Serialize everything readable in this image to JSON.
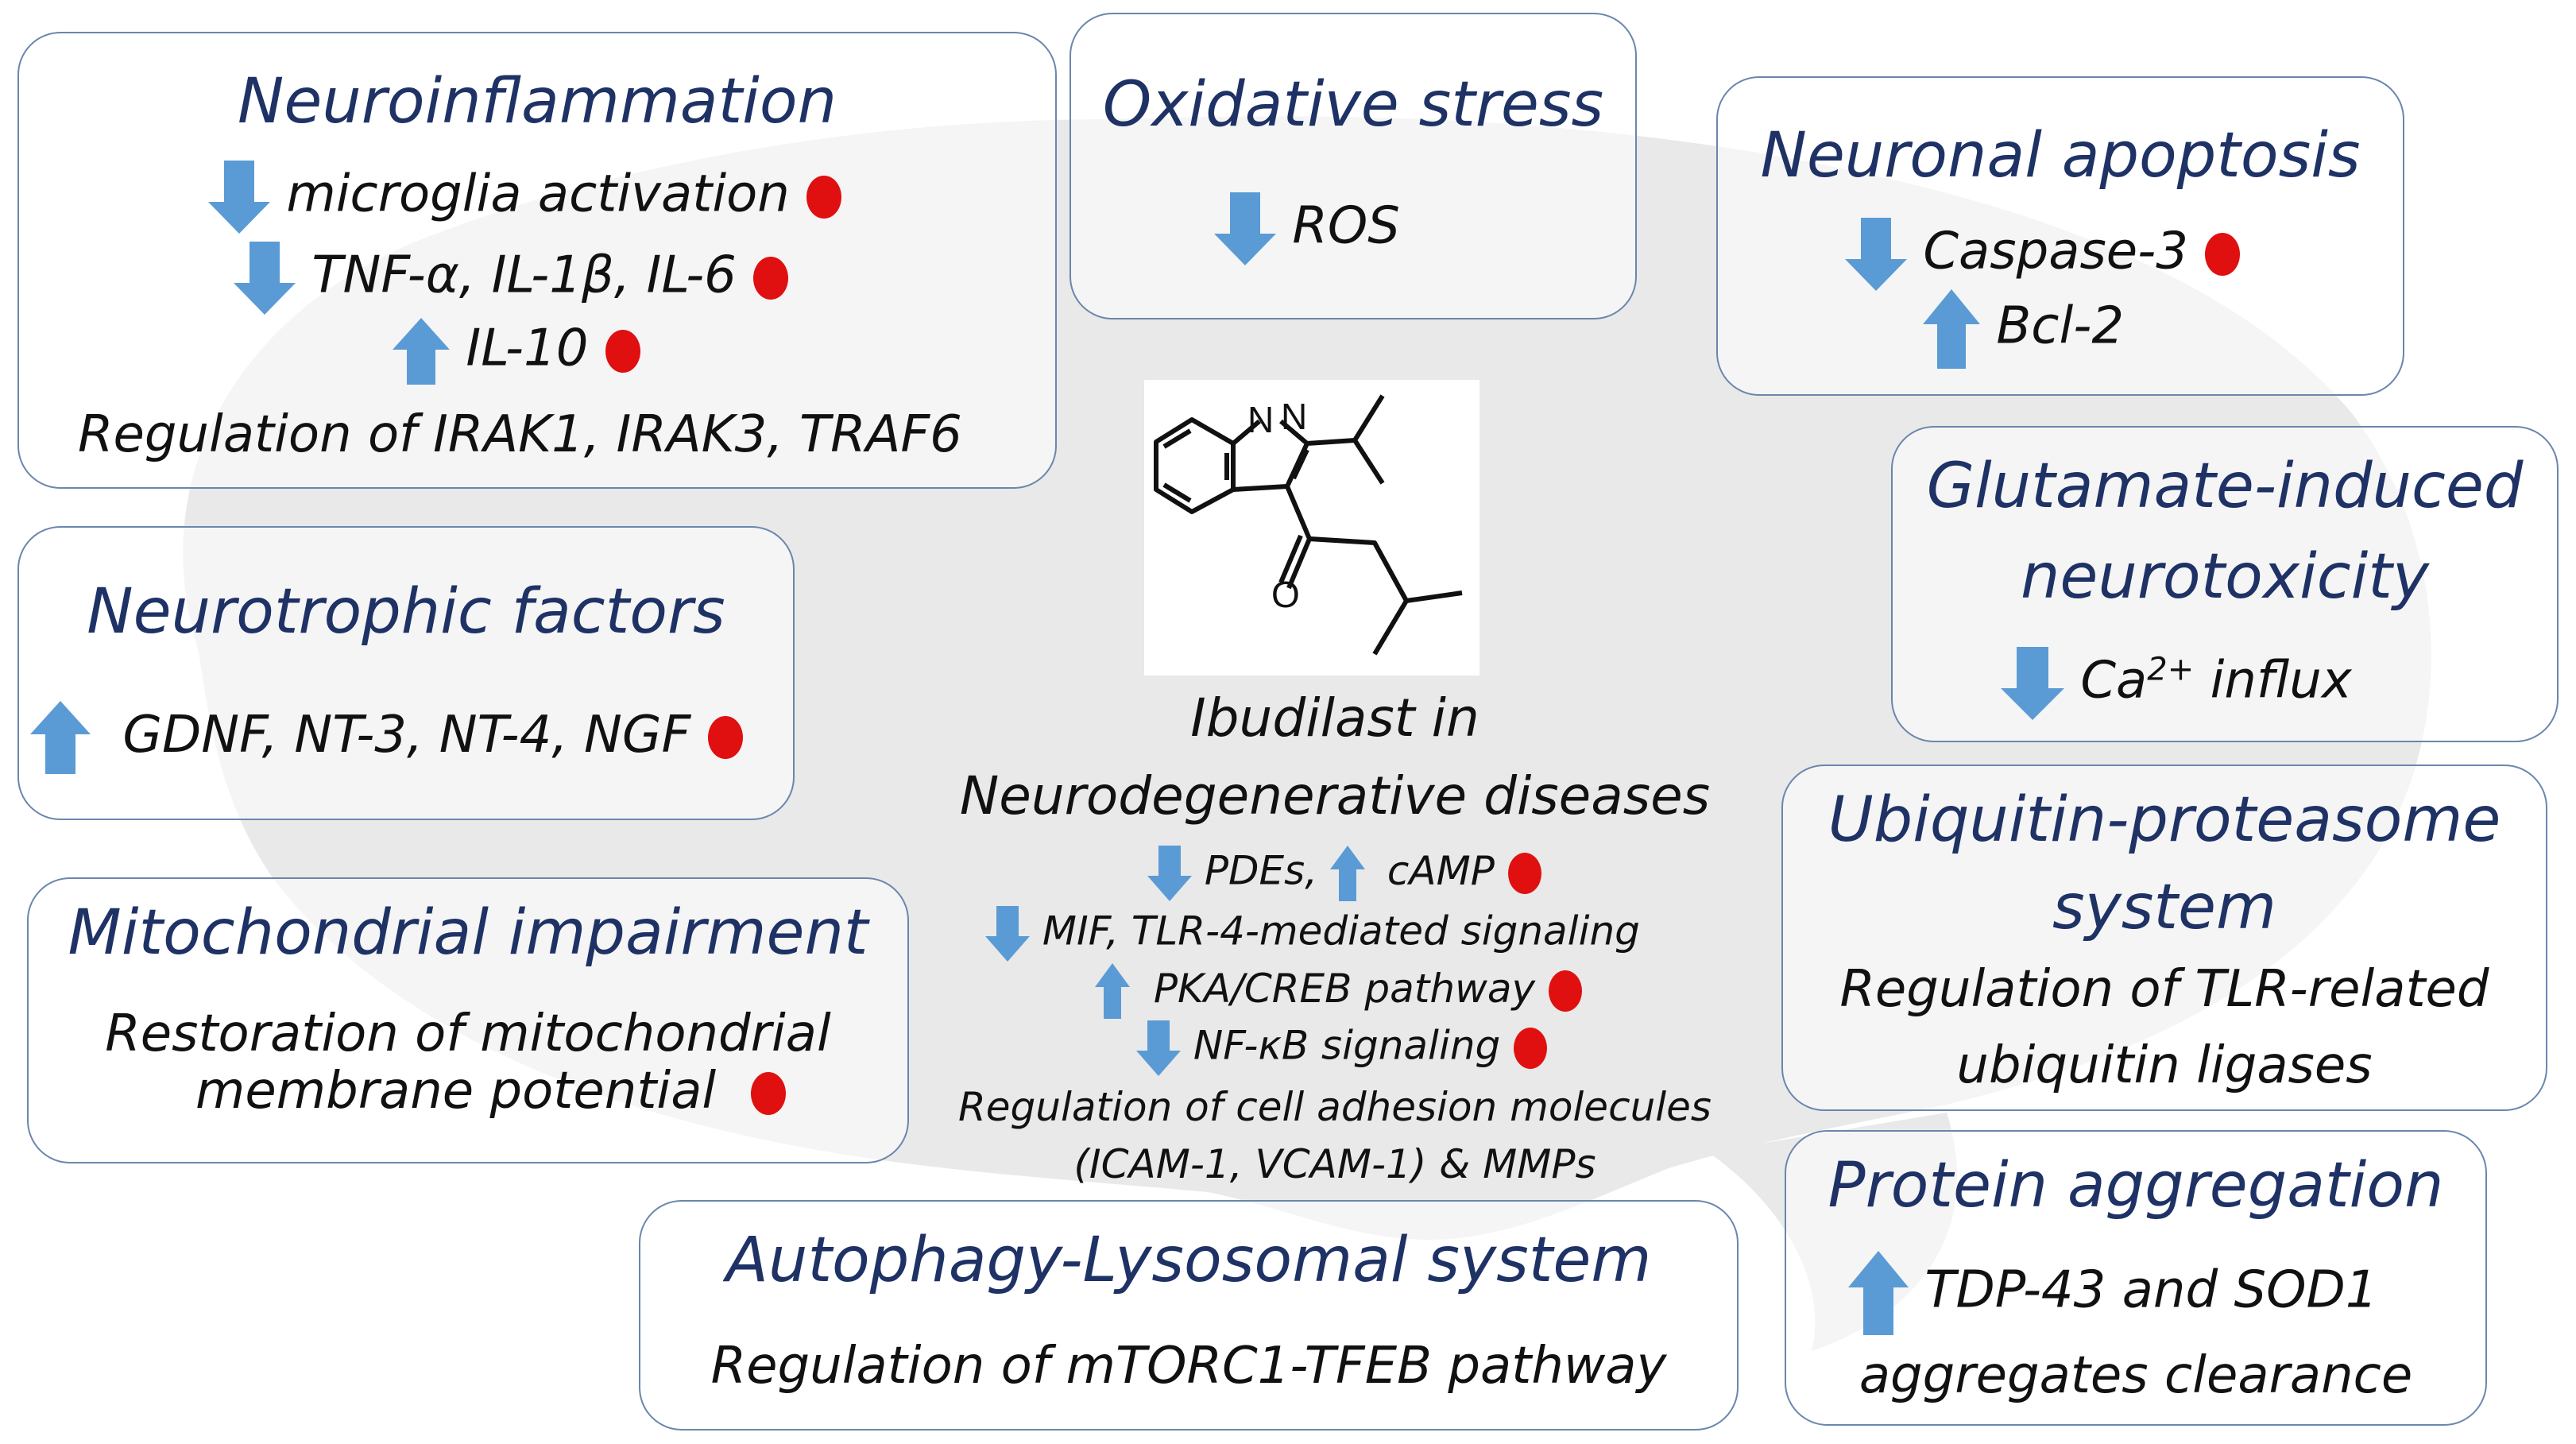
{
  "center": {
    "title_l1": "Ibudilast in",
    "title_l2": "Neurodegenerative diseases",
    "l1a": "PDEs,",
    "l1b": "cAMP",
    "l2": "MIF, TLR-4-mediated signaling",
    "l3": "PKA/CREB pathway",
    "l4": "NF-κB signaling",
    "l5": "Regulation of cell adhesion molecules",
    "l6": "(ICAM-1, VCAM-1) & MMPs"
  },
  "neuroinflammation": {
    "title": "Neuroinflammation",
    "l1": "microglia activation",
    "l2": "TNF-α, IL-1β, IL-6",
    "l3": "IL-10",
    "l4": "Regulation of IRAK1,  IRAK3, TRAF6"
  },
  "oxidative": {
    "title": "Oxidative stress",
    "l1": "ROS"
  },
  "apoptosis": {
    "title": "Neuronal apoptosis",
    "l1": "Caspase-3",
    "l2": "Bcl-2"
  },
  "glutamate": {
    "title_l1": "Glutamate-induced",
    "title_l2": "neurotoxicity",
    "l1a": "Ca",
    "l1sup": "2+",
    "l1b": " influx"
  },
  "neurotrophic": {
    "title": "Neurotrophic factors",
    "l1": "GDNF, NT-3, NT-4, NGF"
  },
  "ubiquitin": {
    "title_l1": "Ubiquitin-proteasome",
    "title_l2": "system",
    "l1": "Regulation of TLR-related",
    "l2": "ubiquitin ligases"
  },
  "mitochondrial": {
    "title": "Mitochondrial impairment",
    "l1": "Restoration of mitochondrial",
    "l2": "membrane potential"
  },
  "protein": {
    "title": "Protein aggregation",
    "l1": "TDP-43 and SOD1",
    "l2": "aggregates clearance"
  },
  "autophagy": {
    "title": "Autophagy-Lysosomal system",
    "l1": "Regulation of mTORC1-TFEB pathway"
  },
  "molecule": {
    "N1": "N",
    "N2": "N",
    "O": "O"
  },
  "colors": {
    "title": "#1f3265",
    "border": "#6b86ad",
    "arrow": "#5b9bd5",
    "dot": "#e01010",
    "brain": "#e9e9e9"
  }
}
